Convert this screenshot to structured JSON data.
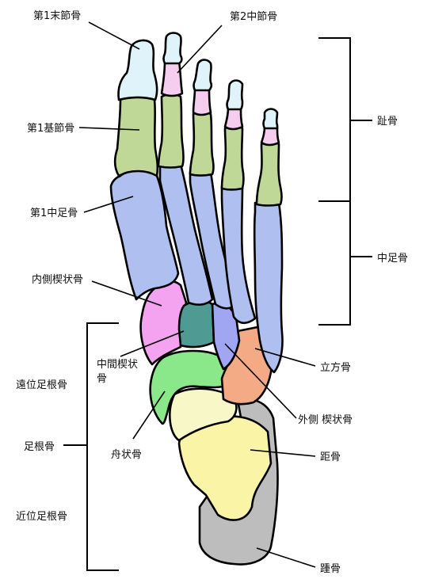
{
  "labels": {
    "distal_phalanx_1": "第1末節骨",
    "middle_phalanx_2": "第2中節骨",
    "proximal_phalanx_1": "第1基節骨",
    "metatarsal_1": "第1中足骨",
    "medial_cuneiform": "内側楔状骨",
    "intermediate_cuneiform_line1": "中間楔状",
    "intermediate_cuneiform_line2": "骨",
    "navicular": "舟状骨",
    "cuboid": "立方骨",
    "lateral_cuneiform": "外側 楔状骨",
    "talus": "距骨",
    "calcaneus": "踵骨",
    "phalanges_group": "趾骨",
    "metatarsals_group": "中足骨",
    "distal_tarsals_group": "遠位足根骨",
    "tarsals_group": "足根骨",
    "proximal_tarsals_group": "近位足根骨"
  },
  "colors": {
    "distal_phalanx": "#dff4fa",
    "middle_phalanx": "#f4cdef",
    "proximal_phalanx": "#bfd797",
    "metatarsal": "#aebff0",
    "medial_cuneiform": "#f3a3ef",
    "intermediate_cuneiform": "#4f9a92",
    "lateral_cuneiform": "#a1a6f2",
    "cuboid": "#f5aa86",
    "navicular": "#8ae88a",
    "talus": "#f9f4a6",
    "talus_head": "#f8f7c8",
    "calcaneus": "#bdbdbd"
  }
}
